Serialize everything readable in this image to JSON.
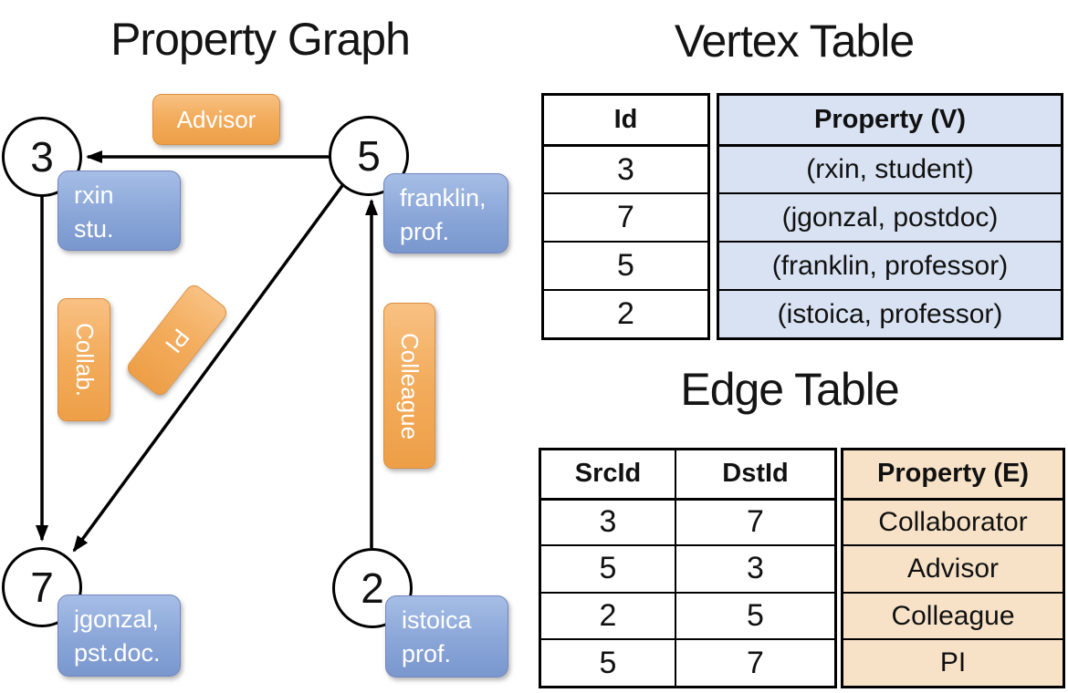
{
  "titles": {
    "graph": "Property Graph",
    "vertex": "Vertex Table",
    "edge": "Edge Table"
  },
  "graph": {
    "nodes": [
      {
        "id": "3",
        "label": "rxin\nstu."
      },
      {
        "id": "5",
        "label": "franklin,\nprof."
      },
      {
        "id": "7",
        "label": "jgonzal,\npst.doc."
      },
      {
        "id": "2",
        "label": "istoica\nprof."
      }
    ],
    "edge_labels": {
      "advisor": "Advisor",
      "collab": "Collab.",
      "pi": "PI",
      "colleague": "Colleague"
    },
    "edges": [
      {
        "from": "5",
        "to": "3",
        "label": "Advisor"
      },
      {
        "from": "3",
        "to": "7",
        "label": "Collab."
      },
      {
        "from": "5",
        "to": "7",
        "label": "PI"
      },
      {
        "from": "2",
        "to": "5",
        "label": "Colleague"
      }
    ]
  },
  "vertex_table": {
    "col_id": "Id",
    "col_prop": "Property (V)",
    "rows": [
      {
        "id": "3",
        "prop": "(rxin, student)"
      },
      {
        "id": "7",
        "prop": "(jgonzal, postdoc)"
      },
      {
        "id": "5",
        "prop": "(franklin, professor)"
      },
      {
        "id": "2",
        "prop": "(istoica, professor)"
      }
    ]
  },
  "edge_table": {
    "col_src": "SrcId",
    "col_dst": "DstId",
    "col_prop": "Property (E)",
    "rows": [
      {
        "src": "3",
        "dst": "7",
        "prop": "Collaborator"
      },
      {
        "src": "5",
        "dst": "3",
        "prop": "Advisor"
      },
      {
        "src": "2",
        "dst": "5",
        "prop": "Colleague"
      },
      {
        "src": "5",
        "dst": "7",
        "prop": "PI"
      }
    ]
  },
  "colors": {
    "edge_label_orange_top": "#F8C183",
    "edge_label_orange_bottom": "#EE9F47",
    "edge_label_border": "#DC8F3E",
    "node_label_blue_top": "#A6BEE6",
    "node_label_blue_bottom": "#7A97CE",
    "node_label_border": "#7286BD",
    "vertex_table_property_bg": "#D9E2F2",
    "edge_table_property_bg": "#F7E2C8",
    "line_color": "#000000",
    "text_on_boxes": "#FFFFFF"
  }
}
